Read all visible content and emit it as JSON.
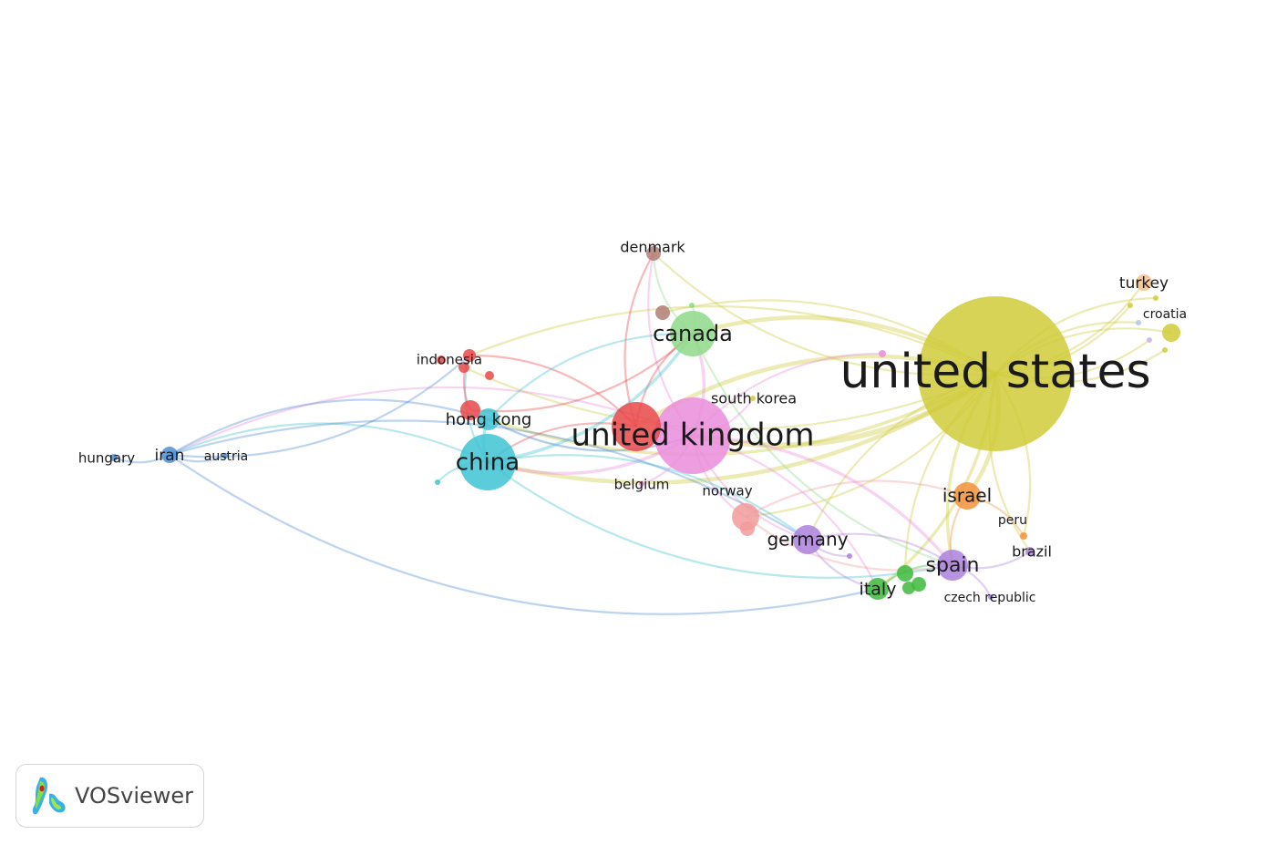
{
  "app": {
    "logo_text": "VOSviewer"
  },
  "clusters": {
    "yellow": "#cfcb3a",
    "pink": "#ea8ddb",
    "red": "#e9484a",
    "cyan": "#3ec3d3",
    "green_light": "#8fd98a",
    "brown": "#b27c74",
    "blue": "#4e8fd6",
    "orange": "#f1923a",
    "purple": "#ac80dd",
    "green": "#3dba3d",
    "salmon": "#f29b9b",
    "peach": "#f4bf8e",
    "lavender": "#c6b2e6",
    "lightblue": "#a9c8ec"
  },
  "nodes": [
    {
      "id": "us",
      "label": "united states",
      "cluster": "yellow",
      "weight": 100
    },
    {
      "id": "uk",
      "label": "united kingdom",
      "cluster": "pink",
      "weight": 50
    },
    {
      "id": "ukred",
      "label": "",
      "cluster": "red",
      "weight": 32
    },
    {
      "id": "china",
      "label": "china",
      "cluster": "cyan",
      "weight": 37
    },
    {
      "id": "hk",
      "label": "hong kong",
      "cluster": "cyan",
      "weight": 14
    },
    {
      "id": "hkred",
      "label": "",
      "cluster": "red",
      "weight": 13
    },
    {
      "id": "canada",
      "label": "canada",
      "cluster": "green_light",
      "weight": 30
    },
    {
      "id": "denmark",
      "label": "denmark",
      "cluster": "brown",
      "weight": 9
    },
    {
      "id": "brown2",
      "label": "",
      "cluster": "brown",
      "weight": 9
    },
    {
      "id": "indonesia",
      "label": "indonesia",
      "cluster": "red",
      "weight": 8
    },
    {
      "id": "red2",
      "label": "",
      "cluster": "red",
      "weight": 7
    },
    {
      "id": "red3",
      "label": "",
      "cluster": "red",
      "weight": 6
    },
    {
      "id": "red4",
      "label": "",
      "cluster": "red",
      "weight": 5
    },
    {
      "id": "iran",
      "label": "iran",
      "cluster": "blue",
      "weight": 10
    },
    {
      "id": "hungary",
      "label": "hungary",
      "cluster": "blue",
      "weight": 4
    },
    {
      "id": "austria",
      "label": "austria",
      "cluster": "blue",
      "weight": 3
    },
    {
      "id": "israel",
      "label": "israel",
      "cluster": "orange",
      "weight": 18
    },
    {
      "id": "peru",
      "label": "peru",
      "cluster": "orange",
      "weight": 4
    },
    {
      "id": "brazil",
      "label": "brazil",
      "cluster": "purple",
      "weight": 5
    },
    {
      "id": "spain",
      "label": "spain",
      "cluster": "purple",
      "weight": 20
    },
    {
      "id": "germany",
      "label": "germany",
      "cluster": "purple",
      "weight": 19
    },
    {
      "id": "italy",
      "label": "italy",
      "cluster": "green",
      "weight": 14
    },
    {
      "id": "green2",
      "label": "",
      "cluster": "green",
      "weight": 11
    },
    {
      "id": "green3",
      "label": "",
      "cluster": "green",
      "weight": 9
    },
    {
      "id": "green4",
      "label": "",
      "cluster": "green",
      "weight": 8
    },
    {
      "id": "norway",
      "label": "norway",
      "cluster": "salmon",
      "weight": 18
    },
    {
      "id": "salmon2",
      "label": "",
      "cluster": "salmon",
      "weight": 9
    },
    {
      "id": "turkey",
      "label": "turkey",
      "cluster": "peach",
      "weight": 10
    },
    {
      "id": "croatia",
      "label": "croatia",
      "cluster": "yellow",
      "weight": 12
    },
    {
      "id": "y2",
      "label": "",
      "cluster": "yellow",
      "weight": 3
    },
    {
      "id": "y3",
      "label": "",
      "cluster": "yellow",
      "weight": 3
    },
    {
      "id": "y4",
      "label": "",
      "cluster": "yellow",
      "weight": 3
    },
    {
      "id": "lb1",
      "label": "",
      "cluster": "lightblue",
      "weight": 3
    },
    {
      "id": "lv1",
      "label": "",
      "cluster": "lavender",
      "weight": 3
    },
    {
      "id": "southkorea",
      "label": "south korea",
      "cluster": "yellow",
      "weight": 3
    },
    {
      "id": "belgium",
      "label": "belgium",
      "cluster": "pink",
      "weight": 3
    },
    {
      "id": "czech",
      "label": "czech republic",
      "cluster": "purple",
      "weight": 3
    },
    {
      "id": "pinksm",
      "label": "",
      "cluster": "pink",
      "weight": 4
    },
    {
      "id": "cyansm",
      "label": "",
      "cluster": "cyan",
      "weight": 3
    },
    {
      "id": "purpsm",
      "label": "",
      "cluster": "purple",
      "weight": 3
    },
    {
      "id": "greensm",
      "label": "",
      "cluster": "green_light",
      "weight": 3
    }
  ],
  "links": [
    [
      "us",
      "uk",
      4
    ],
    [
      "us",
      "ukred",
      3
    ],
    [
      "us",
      "china",
      3
    ],
    [
      "us",
      "canada",
      3
    ],
    [
      "us",
      "hk",
      2
    ],
    [
      "us",
      "indonesia",
      1
    ],
    [
      "us",
      "israel",
      3
    ],
    [
      "us",
      "spain",
      2
    ],
    [
      "us",
      "italy",
      2
    ],
    [
      "us",
      "germany",
      1
    ],
    [
      "us",
      "norway",
      1
    ],
    [
      "us",
      "turkey",
      1
    ],
    [
      "us",
      "croatia",
      1
    ],
    [
      "us",
      "y2",
      1
    ],
    [
      "us",
      "y3",
      1
    ],
    [
      "us",
      "y4",
      1
    ],
    [
      "us",
      "lb1",
      1
    ],
    [
      "us",
      "lv1",
      1
    ],
    [
      "us",
      "peru",
      1
    ],
    [
      "us",
      "brazil",
      1
    ],
    [
      "us",
      "denmark",
      1
    ],
    [
      "us",
      "green2",
      1
    ],
    [
      "us",
      "red2",
      1
    ],
    [
      "us",
      "brown2",
      1
    ],
    [
      "uk",
      "china",
      2
    ],
    [
      "uk",
      "canada",
      2
    ],
    [
      "uk",
      "spain",
      2
    ],
    [
      "uk",
      "germany",
      1
    ],
    [
      "uk",
      "italy",
      1
    ],
    [
      "uk",
      "norway",
      1
    ],
    [
      "uk",
      "denmark",
      1
    ],
    [
      "uk",
      "iran",
      1
    ],
    [
      "uk",
      "hk",
      1
    ],
    [
      "ukred",
      "indonesia",
      1
    ],
    [
      "ukred",
      "denmark",
      1
    ],
    [
      "ukred",
      "china",
      1
    ],
    [
      "ukred",
      "canada",
      1
    ],
    [
      "china",
      "canada",
      2
    ],
    [
      "china",
      "hk",
      2
    ],
    [
      "china",
      "iran",
      1
    ],
    [
      "china",
      "germany",
      1
    ],
    [
      "china",
      "spain",
      1
    ],
    [
      "china",
      "indonesia",
      1
    ],
    [
      "china",
      "cyansm",
      1
    ],
    [
      "hk",
      "canada",
      1
    ],
    [
      "hk",
      "uk",
      1
    ],
    [
      "hkred",
      "indonesia",
      1
    ],
    [
      "hkred",
      "canada",
      1
    ],
    [
      "iran",
      "hungary",
      1
    ],
    [
      "iran",
      "austria",
      1
    ],
    [
      "iran",
      "hk",
      1
    ],
    [
      "iran",
      "indonesia",
      1
    ],
    [
      "iran",
      "germany",
      1
    ],
    [
      "iran",
      "italy",
      1
    ],
    [
      "canada",
      "denmark",
      1
    ],
    [
      "canada",
      "spain",
      1
    ],
    [
      "germany",
      "spain",
      1
    ],
    [
      "germany",
      "italy",
      1
    ],
    [
      "italy",
      "spain",
      1
    ],
    [
      "israel",
      "spain",
      1
    ],
    [
      "israel",
      "peru",
      1
    ],
    [
      "spain",
      "brazil",
      1
    ],
    [
      "spain",
      "czech",
      1
    ],
    [
      "norway",
      "spain",
      1
    ],
    [
      "norway",
      "israel",
      1
    ],
    [
      "germany",
      "purpsm",
      1
    ],
    [
      "uk",
      "pinksm",
      1
    ],
    [
      "canada",
      "greensm",
      1
    ],
    [
      "uk",
      "belgium",
      1
    ],
    [
      "uk",
      "southkorea",
      1
    ]
  ]
}
